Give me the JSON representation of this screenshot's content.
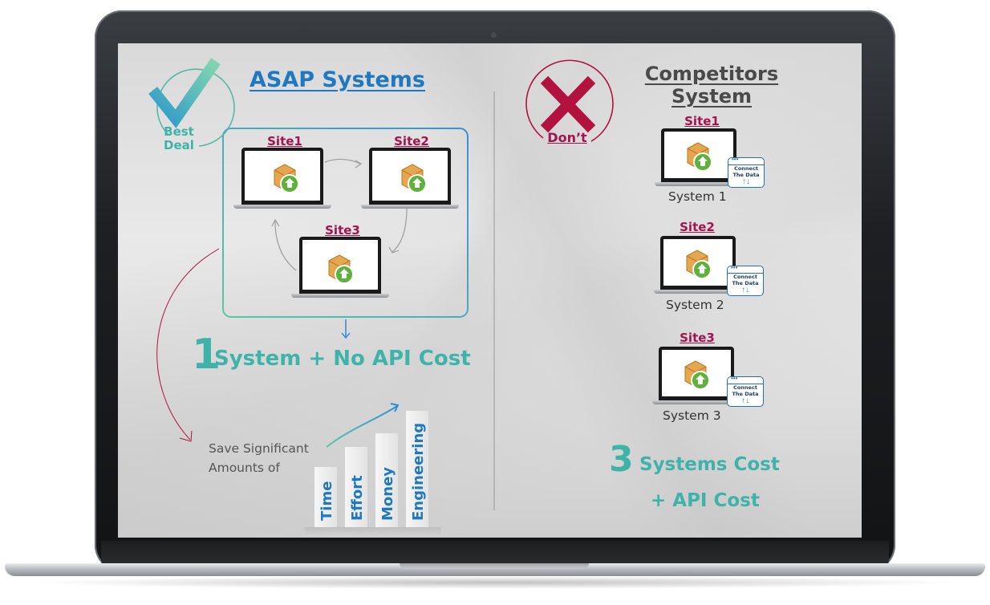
{
  "left": {
    "badge": {
      "line1": "Best",
      "line2": "Deal",
      "icon": "checkmark-icon"
    },
    "title": "ASAP Systems",
    "sites": [
      {
        "label": "Site1"
      },
      {
        "label": "Site2"
      },
      {
        "label": "Site3"
      }
    ],
    "headline": {
      "number": "1",
      "text": "System + No API Cost"
    },
    "save_text": {
      "line1": "Save Significant",
      "line2": "Amounts of"
    },
    "bars": [
      "Time",
      "Effort",
      "Money",
      "Engineering"
    ]
  },
  "right": {
    "badge": {
      "label": "Don’t",
      "icon": "x-mark-icon"
    },
    "title": {
      "line1": "Competitors",
      "line2": "System"
    },
    "systems": [
      {
        "site": "Site1",
        "name": "System 1",
        "connector": {
          "line1": "Connect",
          "line2": "The Data"
        }
      },
      {
        "site": "Site2",
        "name": "System 2",
        "connector": {
          "line1": "Connect",
          "line2": "The Data"
        }
      },
      {
        "site": "Site3",
        "name": "System 3",
        "connector": {
          "line1": "Connect",
          "line2": "The Data"
        }
      }
    ],
    "headline": {
      "number": "3",
      "text1": "Systems Cost",
      "text2": "+ API Cost"
    }
  },
  "colors": {
    "accent_teal": "#3fb3a9",
    "accent_blue": "#1f79c2",
    "site_red": "#a3134f",
    "x_red": "#b2123e"
  }
}
